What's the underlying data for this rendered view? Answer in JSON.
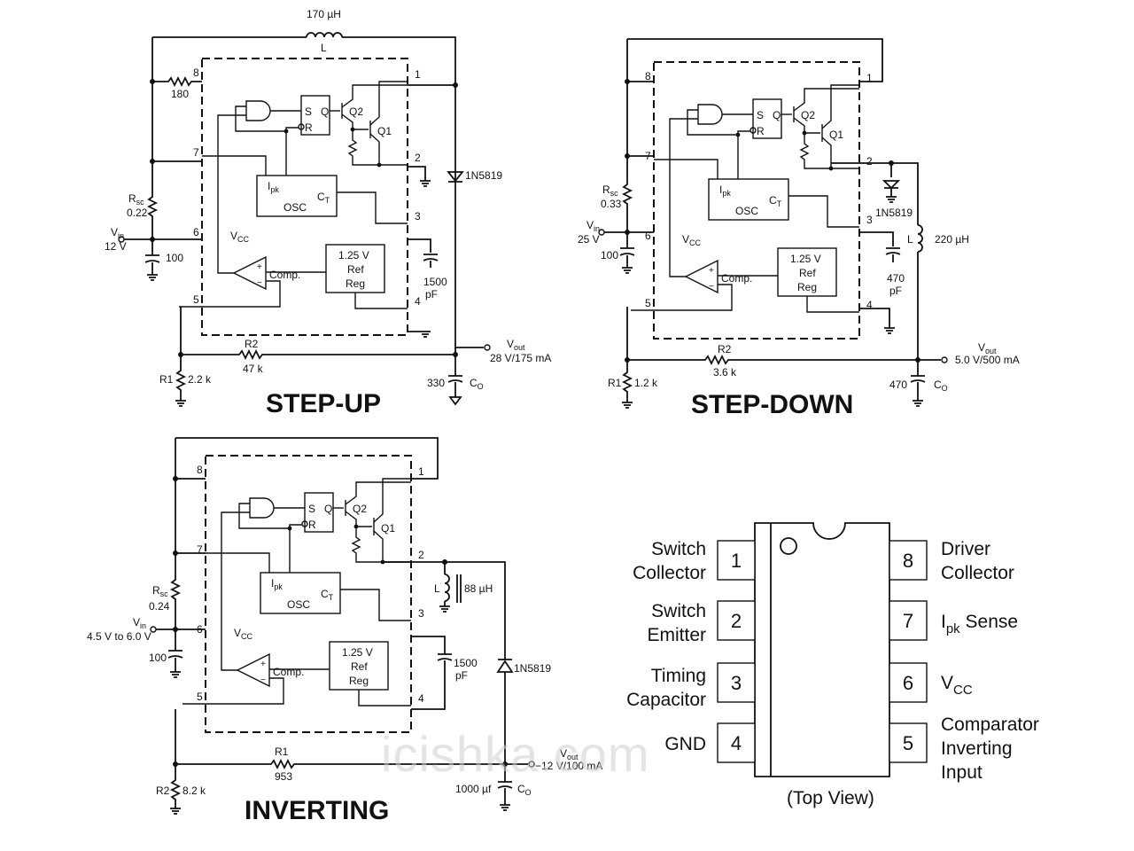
{
  "step_up": {
    "title": "STEP-UP",
    "inductor_value": "170 µH",
    "inductor_ref": "L",
    "r_180": "180",
    "rsc_label": "R",
    "rsc_sub": "sc",
    "rsc_value": "0.22",
    "vin_label": "V",
    "vin_sub": "in",
    "vin_value": "12 V",
    "cin_value": "100",
    "diode": "1N5819",
    "ct_value_1": "1500",
    "ct_value_2": "pF",
    "r2_label": "R2",
    "r2_value": "47 k",
    "r1_label": "R1",
    "r1_value": "2.2 k",
    "vout_label": "V",
    "vout_sub": "out",
    "vout_value": "28 V/175 mA",
    "co_value": "330",
    "co_label": "C",
    "co_sub": "O"
  },
  "step_down": {
    "title": "STEP-DOWN",
    "rsc_label": "R",
    "rsc_sub": "sc",
    "rsc_value": "0.33",
    "vin_label": "V",
    "vin_sub": "in",
    "vin_value": "25 V",
    "cin_value": "100",
    "diode": "1N5819",
    "ct_value_1": "470",
    "ct_value_2": "pF",
    "inductor_ref": "L",
    "inductor_value": "220 µH",
    "r2_label": "R2",
    "r2_value": "3.6 k",
    "r1_label": "R1",
    "r1_value": "1.2 k",
    "vout_label": "V",
    "vout_sub": "out",
    "vout_value": "5.0 V/500 mA",
    "co_value": "470",
    "co_label": "C",
    "co_sub": "O"
  },
  "inverting": {
    "title": "INVERTING",
    "rsc_label": "R",
    "rsc_sub": "sc",
    "rsc_value": "0.24",
    "vin_label": "V",
    "vin_sub": "in",
    "vin_value": "4.5 V to 6.0 V",
    "cin_value": "100",
    "inductor_ref": "L",
    "inductor_value": "88 µH",
    "ct_value_1": "1500",
    "ct_value_2": "pF",
    "diode": "1N5819",
    "r1_label": "R1",
    "r1_value": "953",
    "r2_label": "R2",
    "r2_value": "8.2 k",
    "vout_label": "V",
    "vout_sub": "out",
    "vout_value": "−12 V/100 mA",
    "co_value": "1000 µf",
    "co_label": "C",
    "co_sub": "O"
  },
  "ic_internal": {
    "s": "S",
    "q": "Q",
    "r": "R",
    "q2": "Q2",
    "q1": "Q1",
    "ipk": "I",
    "ipk_sub": "pk",
    "osc": "OSC",
    "ct": "C",
    "ct_sub": "T",
    "vcc": "V",
    "vcc_sub": "CC",
    "comp": "Comp.",
    "ref_1": "1.25 V",
    "ref_2": "Ref",
    "ref_3": "Reg",
    "plus": "+",
    "minus": "−",
    "pins": [
      "1",
      "2",
      "3",
      "4",
      "5",
      "6",
      "7",
      "8"
    ]
  },
  "pinout": {
    "caption": "(Top View)",
    "left_pins": [
      {
        "number": "1",
        "label_1": "Switch",
        "label_2": "Collector"
      },
      {
        "number": "2",
        "label_1": "Switch",
        "label_2": "Emitter"
      },
      {
        "number": "3",
        "label_1": "Timing",
        "label_2": "Capacitor"
      },
      {
        "number": "4",
        "label_1": "GND",
        "label_2": ""
      }
    ],
    "right_pins": [
      {
        "number": "8",
        "label_1": "Driver",
        "label_2": "Collector",
        "label_3": ""
      },
      {
        "number": "7",
        "label_1": "I",
        "label_sub": "pk",
        "label_tail": " Sense"
      },
      {
        "number": "6",
        "label_1": "V",
        "label_sub": "CC",
        "label_tail": ""
      },
      {
        "number": "5",
        "label_1": "Comparator",
        "label_2": "Inverting",
        "label_3": "Input"
      }
    ]
  },
  "watermark": "icishka.com"
}
